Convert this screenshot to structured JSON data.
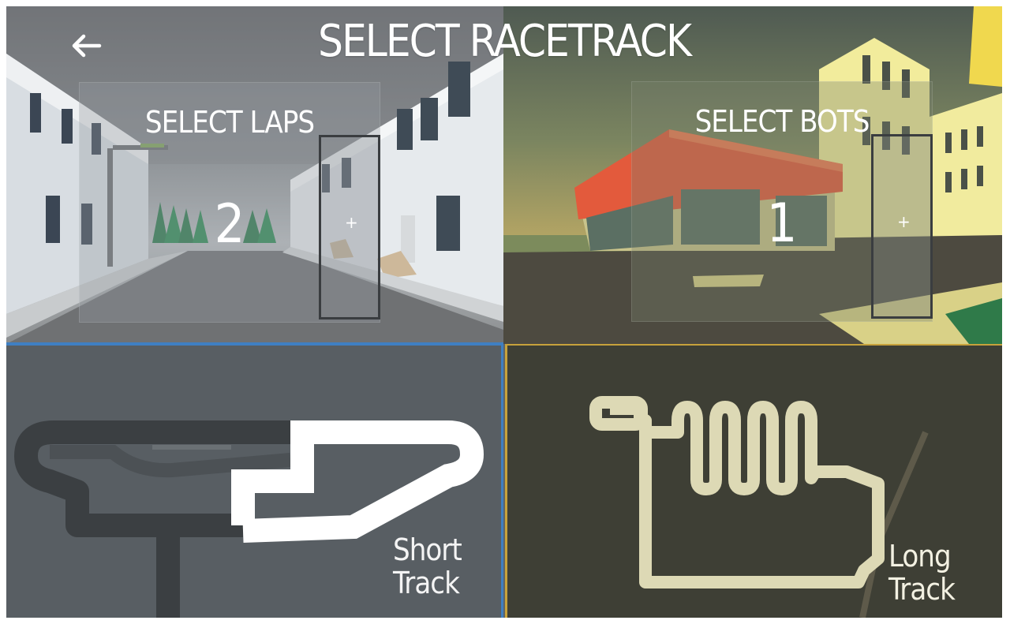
{
  "title": "SELECT RACETRACK",
  "back_icon": "arrow-left-icon",
  "laps": {
    "label": "SELECT LAPS",
    "value": "2",
    "increment_label": "+"
  },
  "bots": {
    "label": "SELECT BOTS",
    "value": "1",
    "increment_label": "+"
  },
  "tracks": [
    {
      "line1": "Short",
      "line2": "Track",
      "accent": "#3f7fc2"
    },
    {
      "line1": "Long",
      "line2": "Track",
      "accent": "#c7a23c"
    }
  ]
}
